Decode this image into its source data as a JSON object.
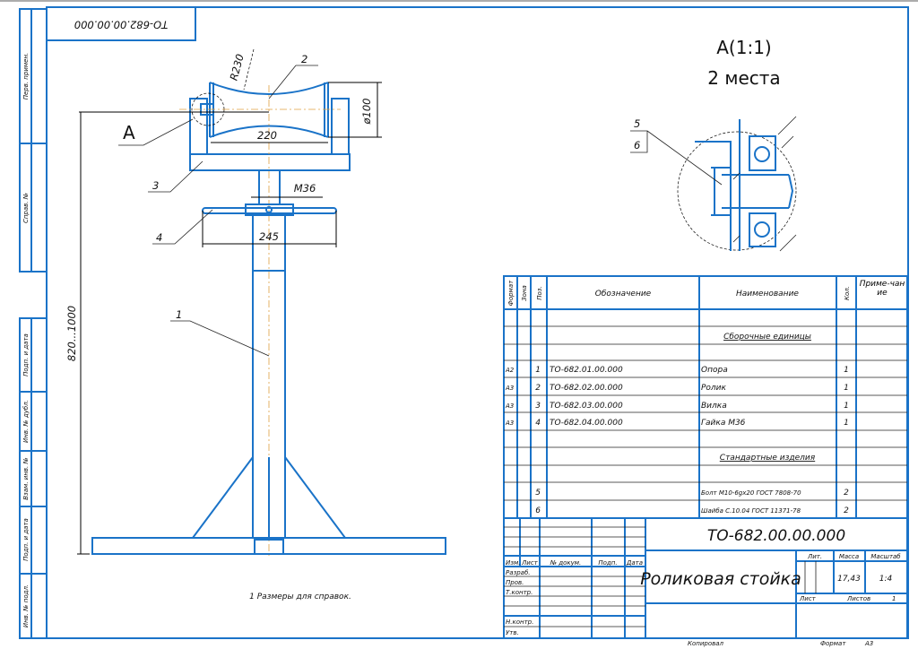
{
  "stamp_top": "ТО-682.00.00.000",
  "side_strip": {
    "upper": [
      "Перв. примен.",
      "Справ. №"
    ],
    "lower": [
      "Подп. и дата",
      "Инв. № дубл.",
      "Взам. инв. №",
      "Подп. и дата",
      "Инв. № подл."
    ]
  },
  "detail_view": {
    "title": "A(1:1)",
    "subtitle": "2 места",
    "labels": [
      "5",
      "6"
    ]
  },
  "drawing": {
    "view_label": "A",
    "positions": [
      "1",
      "2",
      "3",
      "4"
    ],
    "dims": {
      "radius": "R230",
      "diameter": "ø100",
      "width": "220",
      "thread": "M36",
      "handle": "245",
      "height": "820...1000"
    },
    "note": "1 Размеры для справок."
  },
  "spec": {
    "headers": {
      "format": "Формат",
      "zone": "Зона",
      "pos": "Поз.",
      "designation": "Обозначение",
      "name": "Наименование",
      "qty": "Кол.",
      "note": "Приме-чание"
    },
    "section1": "Сборочные единицы",
    "section2": "Стандартные изделия",
    "rows": [
      {
        "format": "А2",
        "pos": "1",
        "designation": "ТО-682.01.00.000",
        "name": "Опора",
        "qty": "1"
      },
      {
        "format": "А3",
        "pos": "2",
        "designation": "ТО-682.02.00.000",
        "name": "Ролик",
        "qty": "1"
      },
      {
        "format": "А3",
        "pos": "3",
        "designation": "ТО-682.03.00.000",
        "name": "Вилка",
        "qty": "1"
      },
      {
        "format": "А3",
        "pos": "4",
        "designation": "ТО-682.04.00.000",
        "name": "Гайка М36",
        "qty": "1"
      }
    ],
    "std_rows": [
      {
        "pos": "5",
        "name": "Болт М10-6gx20 ГОСТ 7808-70",
        "qty": "2"
      },
      {
        "pos": "6",
        "name": "Шайба С.10.04 ГОСТ 11371-78",
        "qty": "2"
      }
    ]
  },
  "title_block": {
    "designation": "ТО-682.00.00.000",
    "name": "Роликовая стойка",
    "col_headers": [
      "Изм.",
      "Лист",
      "№ докум.",
      "Подп.",
      "Дата"
    ],
    "roles": [
      "Разраб.",
      "Пров.",
      "Т.контр.",
      "",
      "Н.контр.",
      "Утв."
    ],
    "lit_label": "Лит.",
    "mass_label": "Масса",
    "scale_label": "Масштаб",
    "mass": "17,43",
    "scale": "1:4",
    "sheet_label": "Лист",
    "sheets_label": "Листов",
    "sheets": "1"
  },
  "footer": {
    "copied": "Копировал",
    "format_label": "Формат",
    "format": "А3"
  }
}
